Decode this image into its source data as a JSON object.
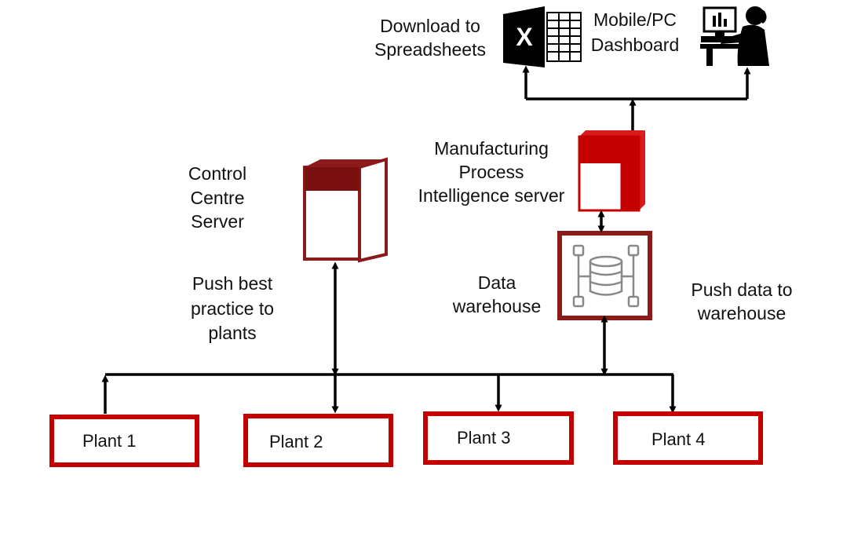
{
  "colors": {
    "accent_red": "#c40000",
    "dark_red": "#8b1a1a",
    "line": "#000000",
    "text": "#111111"
  },
  "labels": {
    "download": [
      "Download to",
      "Spreadsheets"
    ],
    "dashboard": [
      "Mobile/PC",
      "Dashboard"
    ],
    "mpi_server": [
      "Manufacturing",
      "Process",
      "Intelligence server"
    ],
    "control_server": [
      "Control",
      "Centre",
      "Server"
    ],
    "push_practice": [
      "Push best",
      "practice to",
      "plants"
    ],
    "data_warehouse": [
      "Data",
      "warehouse"
    ],
    "push_data": [
      "Push data to",
      "warehouse"
    ]
  },
  "plants": [
    {
      "label": "Plant 1"
    },
    {
      "label": "Plant 2"
    },
    {
      "label": "Plant 3"
    },
    {
      "label": "Plant 4"
    }
  ],
  "icons": {
    "spreadsheet": "excel-icon",
    "user": "user-at-computer-icon",
    "control_server": "server-icon",
    "mpi_server": "server-icon",
    "warehouse": "database-icon"
  },
  "excel_letter": "X"
}
